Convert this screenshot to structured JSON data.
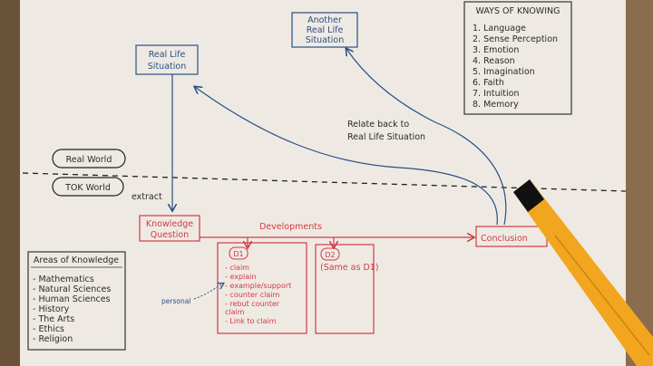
{
  "real_life_situation": {
    "line1": "Real Life",
    "line2": "Situation"
  },
  "another_situation": {
    "line1": "Another",
    "line2": "Real Life",
    "line3": "Situation"
  },
  "ways_of_knowing": {
    "title": "WAYS OF KNOWING",
    "items": [
      "1. Language",
      "2. Sense Perception",
      "3. Emotion",
      "4. Reason",
      "5. Imagination",
      "6. Faith",
      "7. Intuition",
      "8. Memory"
    ]
  },
  "relate_back": {
    "line1": "Relate back to",
    "line2": "Real Life Situation"
  },
  "real_world": "Real World",
  "tok_world": "TOK World",
  "extract": "extract",
  "knowledge_question": {
    "line1": "Knowledge",
    "line2": "Question"
  },
  "developments": "Developments",
  "conclusion": "Conclusion",
  "d1": {
    "label": "D1",
    "items": [
      "- claim",
      "- explain",
      "- example/support",
      "- counter claim",
      "- rebut counter",
      "  claim",
      "- Link to claim"
    ]
  },
  "d2": {
    "label": "D2",
    "note": "(Same as D1)"
  },
  "personal": "personal",
  "areas_of_knowledge": {
    "title": "Areas of Knowledge",
    "items": [
      "- Mathematics",
      "- Natural Sciences",
      "- Human Sciences",
      "- History",
      "- The Arts",
      "- Ethics",
      "- Religion"
    ]
  },
  "colors": {
    "paper": "#eeeae3",
    "blue": "#2a4f86",
    "red": "#d23a47",
    "pen": "#f2a620"
  }
}
